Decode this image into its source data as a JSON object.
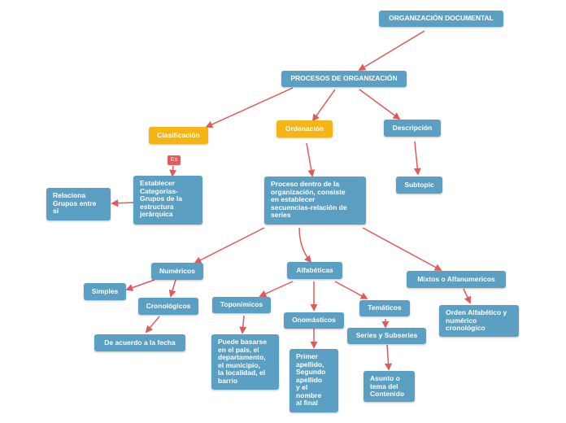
{
  "nodes": {
    "root": "ORGANIZACIÓN DOCUMENTAL",
    "procesos": "PROCESOS DE ORGANIZACIÓN",
    "clasificacion": "Clasificación",
    "ordenacion": "Ordenación",
    "descripcion": "Descripción",
    "es_tag": "Es",
    "establecer": "Establecer\nCategorías-\nGrupos de la\nestructura\njerárquica",
    "relaciona": "Relaciona\nGrupos entre\nsí",
    "proceso": "Proceso dentro de la\norganización, consiste\nen establecer\nsecuencias-relación de\nseries",
    "subtopic": "Subtopic",
    "numericos": "Numéricos",
    "alfabeticas": "Alfabéticas",
    "mixtos": "Mixtos o Alfanumericos",
    "simples": "Simples",
    "cronologicos": "Cronológicos",
    "toponimicos": "Toponimicos",
    "onomasticos": "Onomásticos",
    "tematicos": "Temáticos",
    "orden_alfa": "Orden Alfabético y\nnumérico\ncronológico",
    "fecha": "De acuerdo a la fecha",
    "puede": "Puede basarse\nen el país, el\ndepartamento,\nel municipio,\nla localidad, el\nbarrio",
    "primer": "Primer\napellido,\nSegundo\napellido\ny el\nnombre\nal final",
    "series": "Series y Subseries",
    "asunto": "Asunto o\ntema del\nContenido"
  },
  "colors": {
    "node": "#5b9fc2",
    "highlight": "#f5b516",
    "connector": "#e05a5a"
  }
}
